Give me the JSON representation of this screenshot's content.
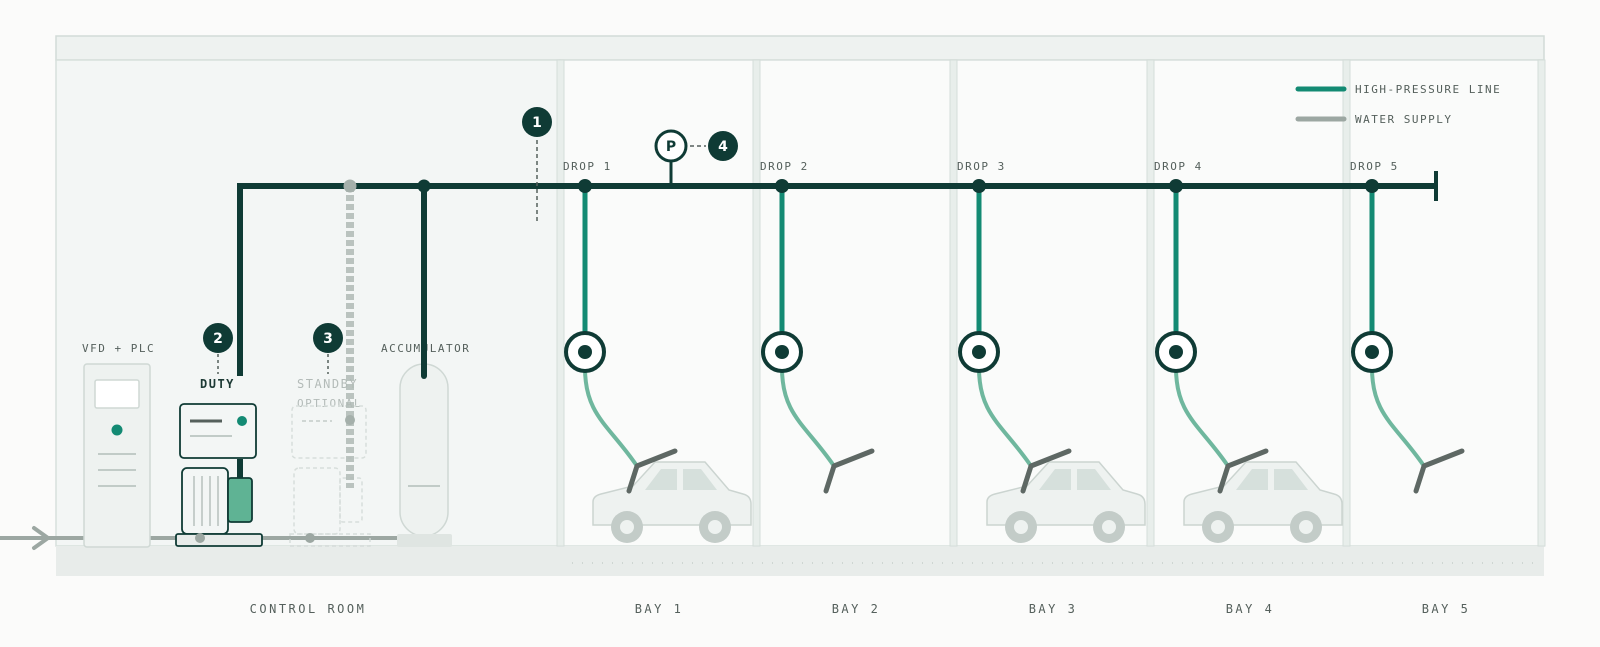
{
  "legend": {
    "high_pressure": "HIGH-PRESSURE LINE",
    "water_supply": "WATER SUPPLY"
  },
  "colors": {
    "main_line": "#0f3b35",
    "high_pressure": "#138a73",
    "hose": "#6fb79e",
    "water_supply": "#9ca7a2",
    "wall": "#d7e0dc"
  },
  "equipment": {
    "vfd": "VFD + PLC",
    "duty": "DUTY",
    "standby": "STANDBY",
    "optional": "OPTIONAL",
    "accumulator": "ACCUMULATOR",
    "pressure_gauge": "P"
  },
  "callouts": [
    "1",
    "2",
    "3",
    "4"
  ],
  "drops": [
    "DROP 1",
    "DROP 2",
    "DROP 3",
    "DROP 4",
    "DROP 5"
  ],
  "footer": {
    "control_room": "CONTROL ROOM",
    "bays": [
      "BAY 1",
      "BAY 2",
      "BAY 3",
      "BAY 4",
      "BAY 5"
    ]
  },
  "bays_with_car": [
    true,
    false,
    true,
    true,
    false
  ],
  "icons": {
    "arrow": "inlet-arrow-icon",
    "reel": "hose-reel-icon",
    "wand": "spray-wand-icon",
    "car": "car-icon",
    "pump": "pump-icon",
    "gauge": "pressure-gauge-icon"
  }
}
